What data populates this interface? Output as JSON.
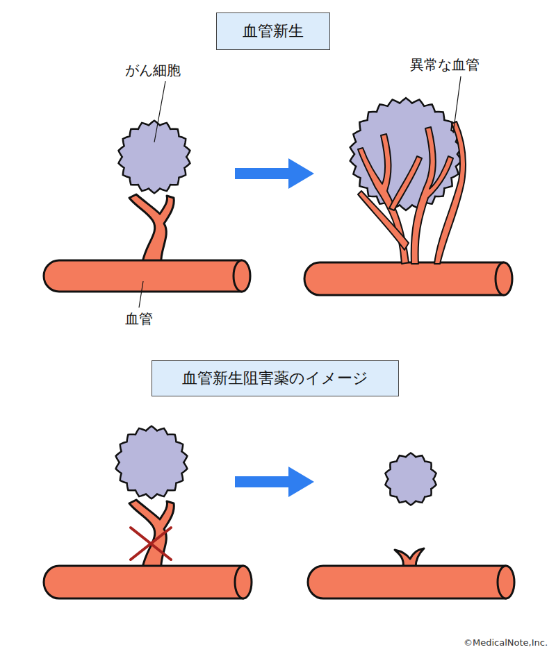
{
  "diagram": {
    "nodes": [
      {
        "text": [
          "血管新生"
        ]
      },
      {
        "text": [
          "血管新生阻害薬のイメージ"
        ]
      }
    ],
    "labels": [
      "がん細胞",
      "異常な血管",
      "血管",
      "©MedicalNote,Inc."
    ]
  }
}
